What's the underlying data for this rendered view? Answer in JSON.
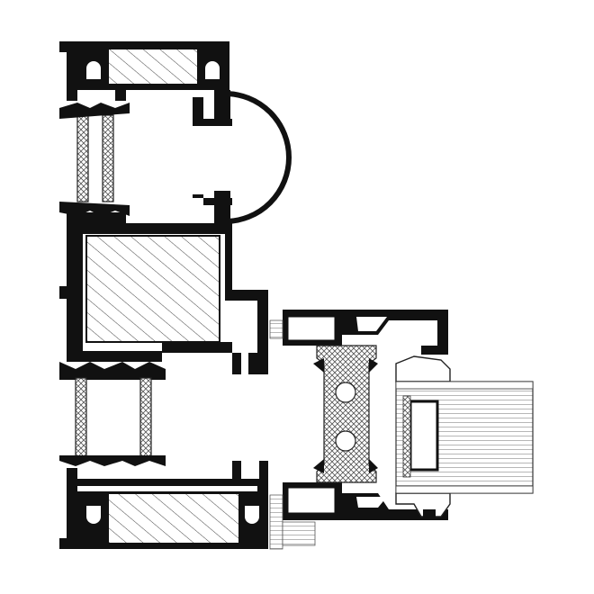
{
  "diagram": {
    "kind": "aluminium frame cross-section",
    "colors": {
      "profile": "#111111",
      "background": "#ffffff",
      "insulation_line": "#333333",
      "hatch": "#444444",
      "mesh": "#555555",
      "glass_line": "#777777"
    },
    "parts": [
      {
        "id": "upper-frame-profile",
        "role": "aluminium section with reinforcement"
      },
      {
        "id": "thermal-break-upper",
        "role": "polyamide thermal break strips"
      },
      {
        "id": "round-gasket-bulge",
        "role": "rounded profile cap"
      },
      {
        "id": "middle-reinforcement",
        "role": "hatched reinforcement core"
      },
      {
        "id": "thermal-break-lower",
        "role": "polyamide thermal break strips"
      },
      {
        "id": "lower-frame-profile",
        "role": "aluminium section with reinforcement"
      },
      {
        "id": "sash-profile",
        "role": "opening sash section"
      },
      {
        "id": "sash-thermal-break",
        "role": "sash insulation strips"
      },
      {
        "id": "glazing-unit",
        "role": "glass pane with spacer"
      }
    ]
  }
}
